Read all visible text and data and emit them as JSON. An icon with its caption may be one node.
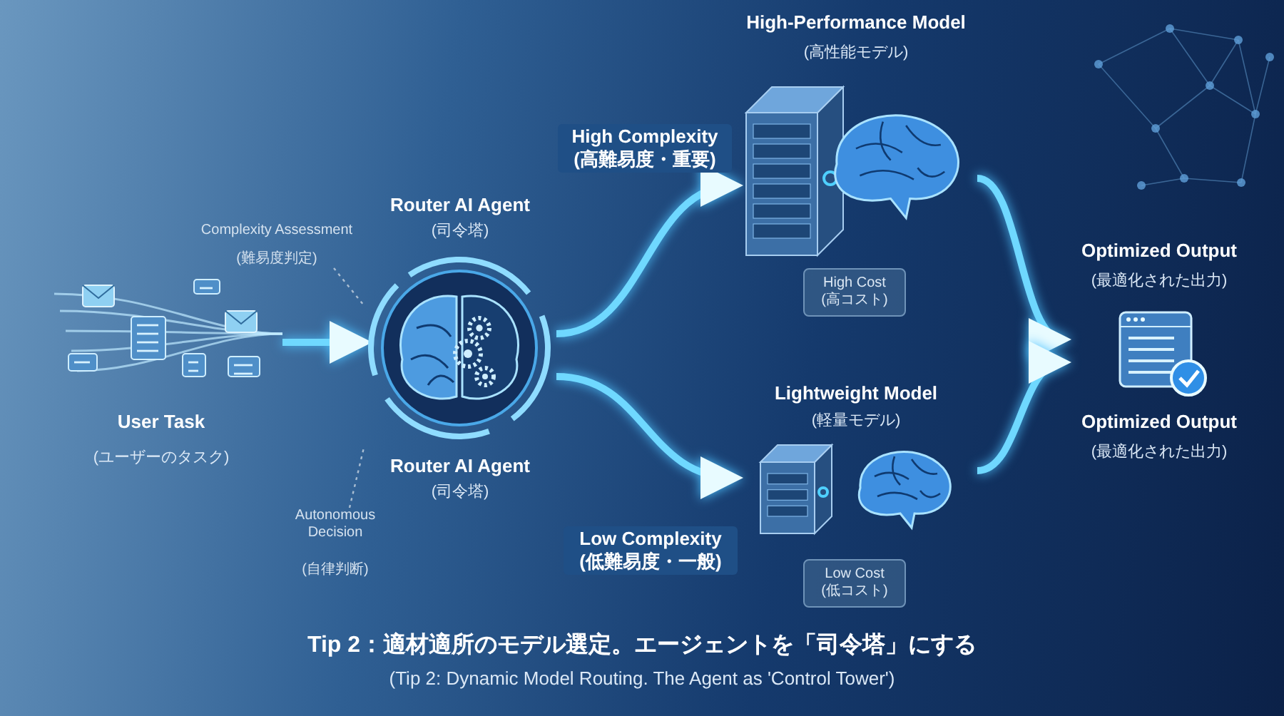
{
  "diagram": {
    "title": "Tip 2：適材適所のモデル選定。エージェントを「司令塔」にする",
    "caption": "(Tip 2: Dynamic Model Routing. The Agent as 'Control Tower')",
    "nodes": [
      {
        "text": [
          "User Task",
          "(ユーザーのタスク)"
        ]
      },
      {
        "text": [
          "Router AI Agent",
          "(司令塔)",
          "Router AI Agent",
          "(司令塔)"
        ]
      },
      {
        "text": [
          "High-Performance Model",
          "(高性能モデル)"
        ]
      },
      {
        "text": [
          "High Cost",
          "(高コスト)"
        ]
      },
      {
        "text": [
          "Lightweight Model",
          "(軽量モデル)"
        ]
      },
      {
        "text": [
          "Low Cost",
          "(低コスト)"
        ]
      },
      {
        "text": [
          "Optimized Output",
          "(最適化された出力)",
          "Optimized Output",
          "(最適化された出力)"
        ]
      },
      {
        "text": [
          "Complexity Assessment",
          "(難易度判定)"
        ]
      },
      {
        "text": [
          "Autonomous Decision",
          "(自律判断)"
        ]
      }
    ],
    "edges": [
      {
        "from": 0,
        "to": 1,
        "arrow": "to"
      },
      {
        "from": 1,
        "to": 2,
        "arrow": "to",
        "label": "High Complexity (高難易度・重要)"
      },
      {
        "from": 1,
        "to": 4,
        "arrow": "to",
        "label": "Low Complexity (低難易度・一般)"
      },
      {
        "from": 2,
        "to": 6,
        "arrow": "to"
      },
      {
        "from": 4,
        "to": 6,
        "arrow": "to"
      },
      {
        "from": 7,
        "to": 1,
        "arrow": "none",
        "style": "dashed",
        "color": "#a9bdd2"
      },
      {
        "from": 8,
        "to": 1,
        "arrow": "none",
        "style": "dashed",
        "color": "#a9bdd2"
      }
    ]
  }
}
